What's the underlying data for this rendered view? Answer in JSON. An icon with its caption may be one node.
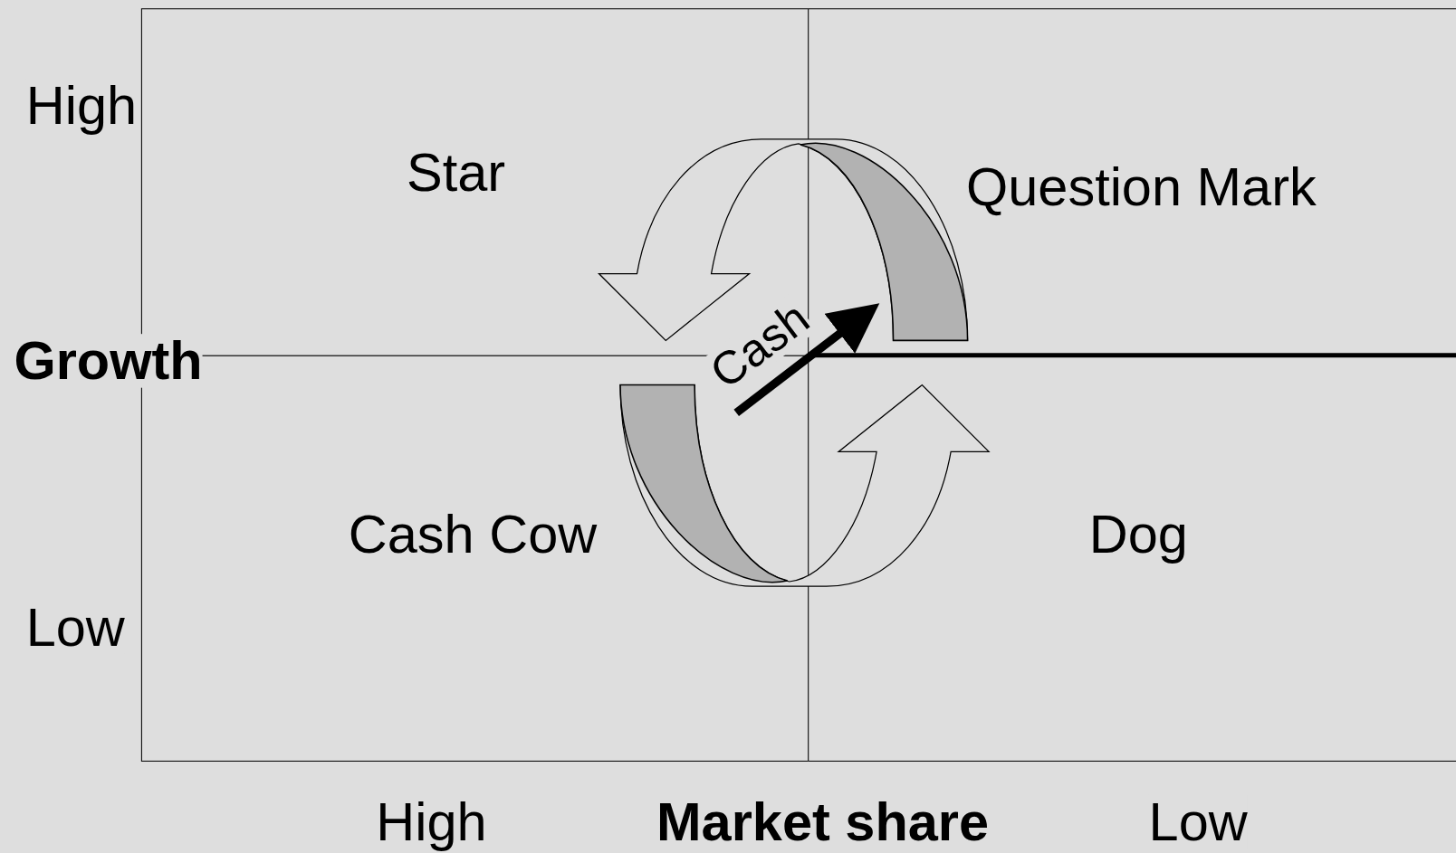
{
  "diagram": {
    "nodes": [
      {
        "text": [
          "Star"
        ]
      },
      {
        "text": [
          "Question Mark"
        ]
      },
      {
        "text": [
          "Cash Cow"
        ]
      },
      {
        "text": [
          "Dog"
        ]
      }
    ],
    "edges": [
      {
        "from": 1,
        "to": 0,
        "arrow": "to"
      },
      {
        "from": 2,
        "to": 3,
        "arrow": "to"
      },
      {
        "from": 2,
        "to": 1,
        "arrow": "to",
        "label": "Cash"
      }
    ],
    "labels": [
      "High",
      "Growth",
      "Low",
      "High",
      "Market share",
      "Low"
    ]
  }
}
